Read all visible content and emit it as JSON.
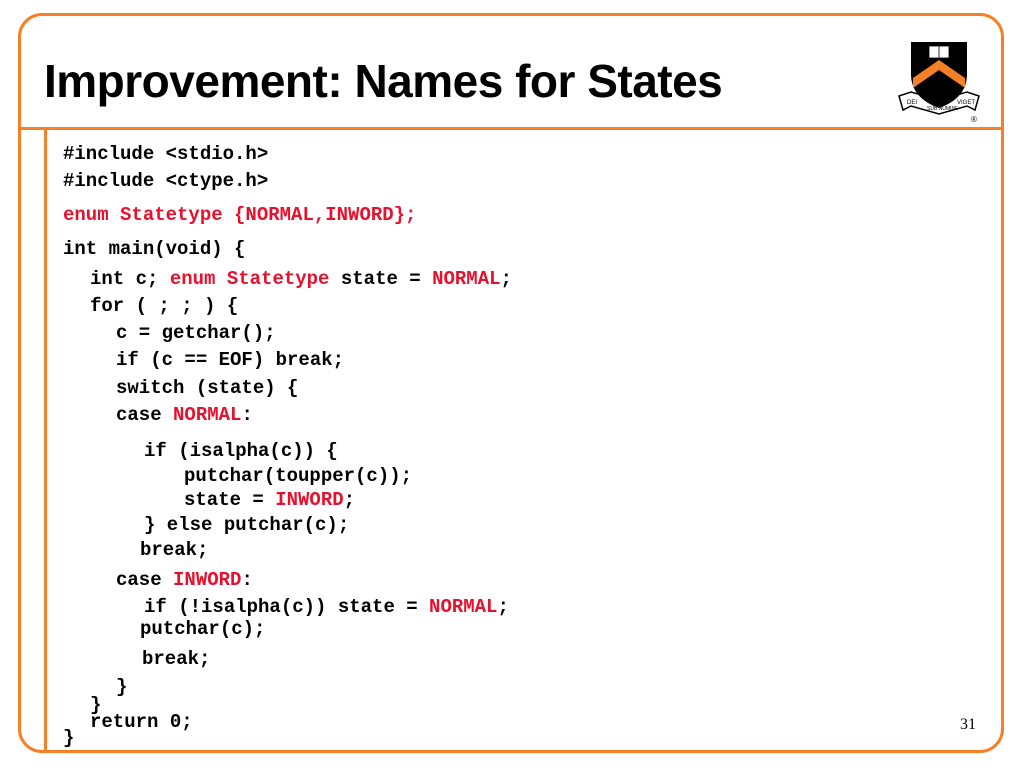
{
  "slide": {
    "title": "Improvement: Names for States",
    "page_number": "31"
  },
  "logo": {
    "name": "princeton-shield",
    "text_left": "DEI",
    "text_mid": "SUB NUMINE",
    "text_right": "VIGET",
    "registered": "®",
    "colors": {
      "orange": "#F58025",
      "black": "#000000"
    }
  },
  "code": {
    "include1": "#include <stdio.h>",
    "include2": "#include <ctype.h>",
    "enum_decl": "enum Statetype {NORMAL,INWORD};",
    "main_sig": "int main(void) {",
    "decl_a": "int c; ",
    "decl_b": "enum Statetype",
    "decl_c": " state = ",
    "decl_d": "NORMAL",
    "decl_e": ";",
    "for_loop": "for ( ; ; ) {",
    "getchar": "c = getchar();",
    "if_eof": "if (c == EOF) break;",
    "switch": "switch (state) {",
    "case_kw": "case ",
    "case1_label": "NORMAL",
    "colon": ":",
    "if_alpha": "if (isalpha(c)) {",
    "putchar_upper": "putchar(toupper(c));",
    "state_assign": "state = ",
    "inword_value": "INWORD",
    "semicolon": ";",
    "else_putchar": "} else putchar(c);",
    "break1": "break;",
    "case2_label": "INWORD",
    "if_not_alpha": "if (!isalpha(c)) state = ",
    "normal_value": "NORMAL",
    "putchar": "putchar(c);",
    "break2": "break;",
    "close_switch": "}",
    "close_for": "}",
    "return": "return 0;",
    "close_main": "}"
  },
  "colors": {
    "accent": "#F58025",
    "keyword_red": "#E8112D"
  }
}
